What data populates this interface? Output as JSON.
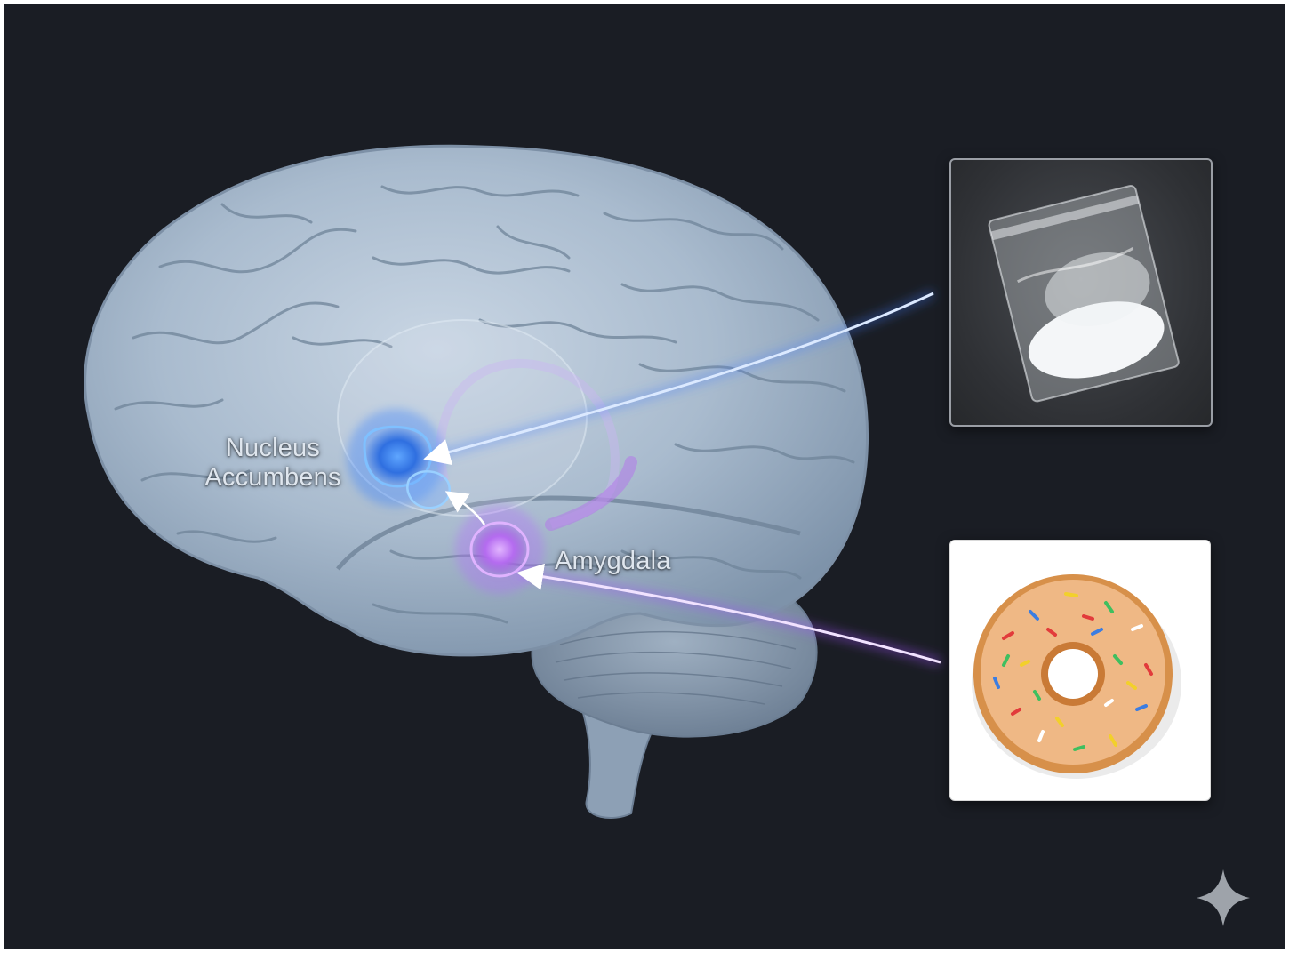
{
  "labels": {
    "nucleus_accumbens_line1": "Nucleus",
    "nucleus_accumbens_line2": "Accumbens",
    "amygdala": "Amygdala"
  },
  "colors": {
    "background": "#1a1d24",
    "brain": "#aebfd1",
    "nucleus_accumbens_glow": "#2f7bff",
    "amygdala_glow": "#b46bff"
  },
  "icons": [
    "sparkle-icon"
  ]
}
